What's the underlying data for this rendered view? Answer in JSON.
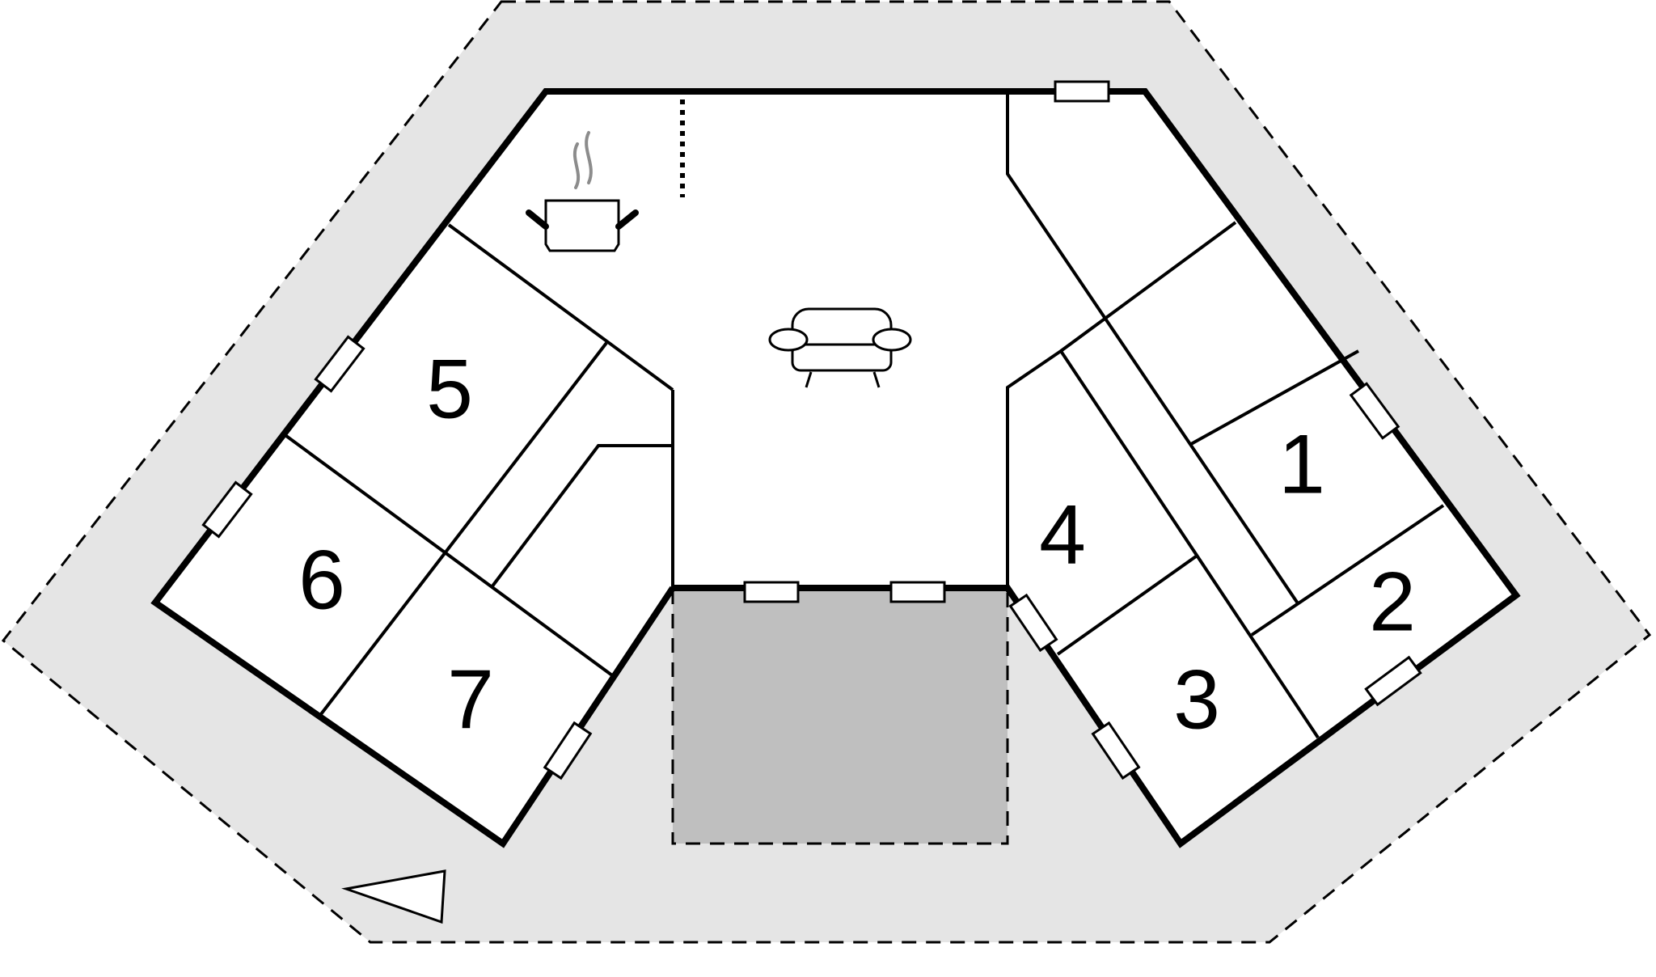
{
  "floorplan": {
    "rooms": [
      {
        "id": "room-1",
        "label": "1"
      },
      {
        "id": "room-2",
        "label": "2"
      },
      {
        "id": "room-3",
        "label": "3"
      },
      {
        "id": "room-4",
        "label": "4"
      },
      {
        "id": "room-5",
        "label": "5"
      },
      {
        "id": "room-6",
        "label": "6"
      },
      {
        "id": "room-7",
        "label": "7"
      }
    ],
    "icons": {
      "kitchen": "cooking-pot-icon",
      "living": "sofa-icon",
      "entrance": "entrance-arrow-icon"
    },
    "colors": {
      "site": "#e5e5e5",
      "terrace": "#bfbfbf",
      "walls": "#000000",
      "interior": "#ffffff",
      "steam": "#8c8c8c"
    }
  }
}
